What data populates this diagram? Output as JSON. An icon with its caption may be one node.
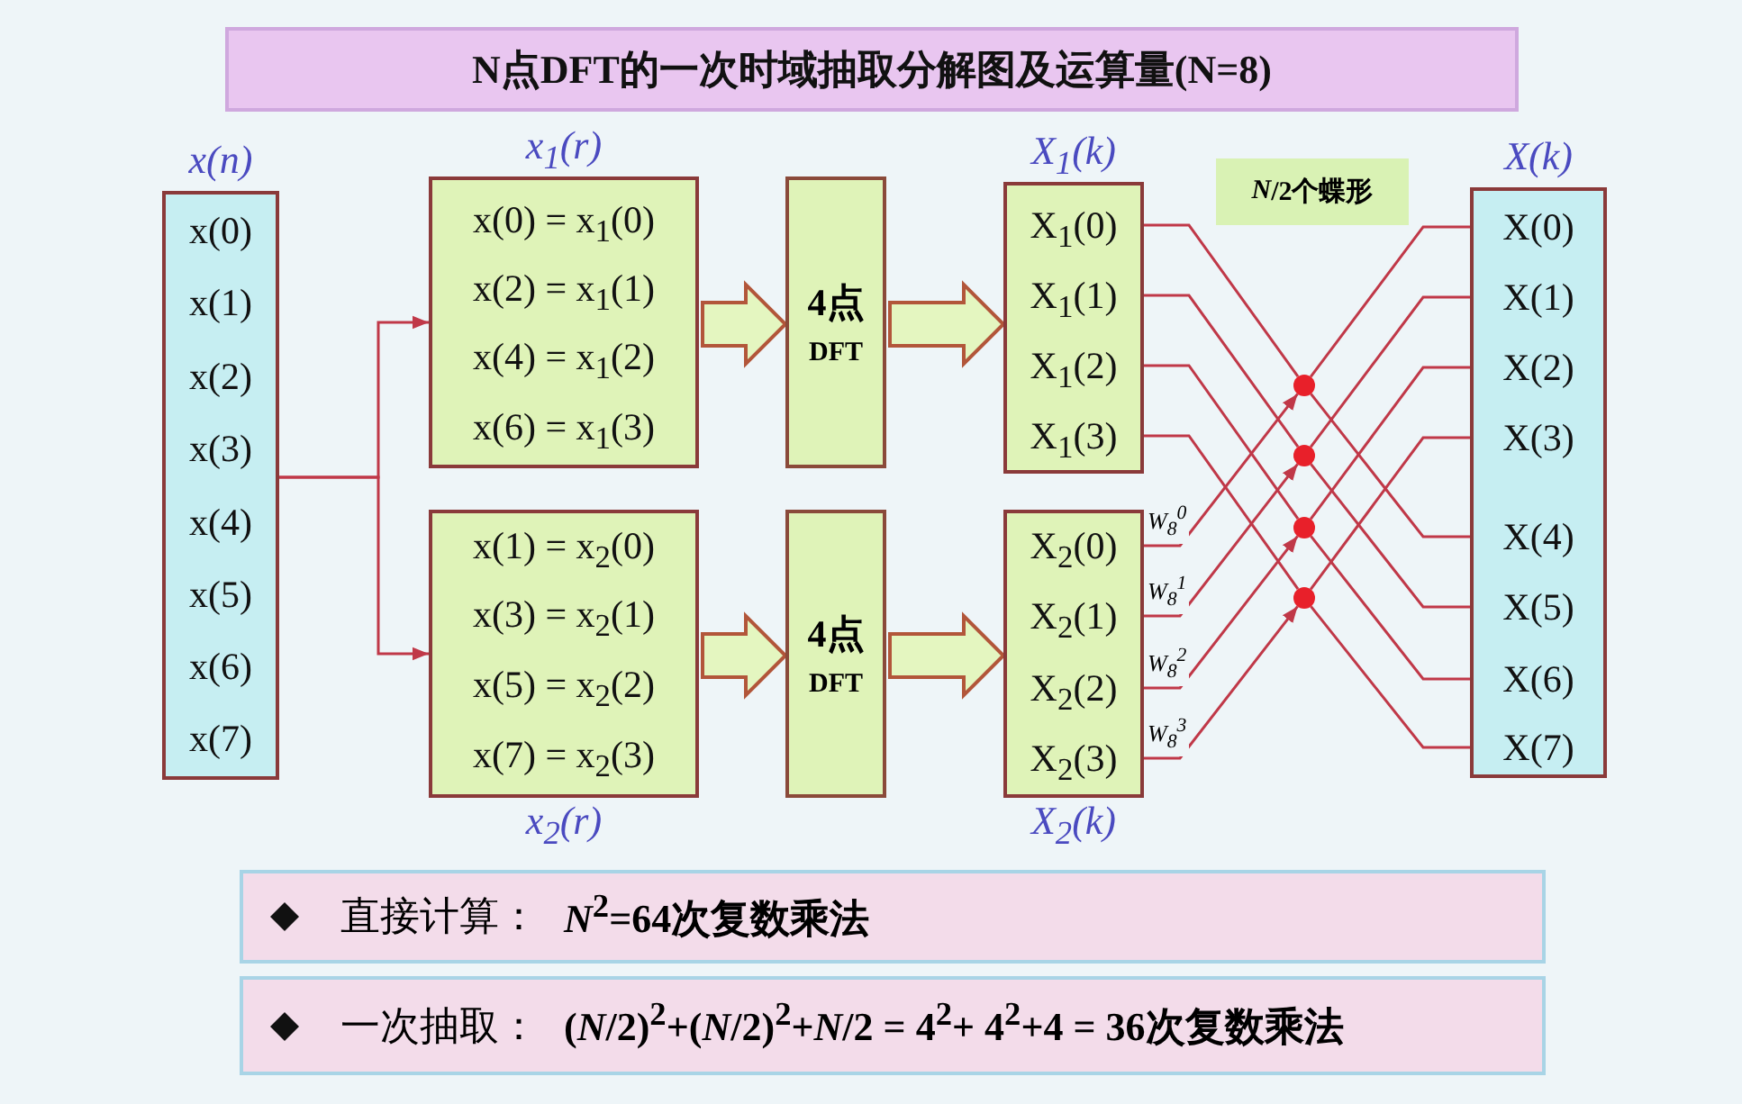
{
  "diagram": {
    "title": "N点DFT的一次时域抽取分解图及运算量(N=8)",
    "nodes": [
      {
        "text": [
          "x(n)"
        ]
      },
      {
        "text": [
          "x(0)"
        ],
        "in": 0
      },
      {
        "text": [
          "x(1)"
        ],
        "in": 0
      },
      {
        "text": [
          "x(2)"
        ],
        "in": 0
      },
      {
        "text": [
          "x(3)"
        ],
        "in": 0
      },
      {
        "text": [
          "x(4)"
        ],
        "in": 0
      },
      {
        "text": [
          "x(5)"
        ],
        "in": 0
      },
      {
        "text": [
          "x(6)"
        ],
        "in": 0
      },
      {
        "text": [
          "x(7)"
        ],
        "in": 0
      },
      {
        "text": [
          "x$_{1}$(r)"
        ]
      },
      {
        "text": [
          "x(0) = x$_{1}$(0)"
        ],
        "in": 9
      },
      {
        "text": [
          "x(2) = x$_{1}$(1)"
        ],
        "in": 9
      },
      {
        "text": [
          "x(4) = x$_{1}$(2)"
        ],
        "in": 9
      },
      {
        "text": [
          "x(6) = x$_{1}$(3)"
        ],
        "in": 9
      },
      {
        "text": [
          "x$_{2}$(r)"
        ]
      },
      {
        "text": [
          "x(1) = x$_{2}$(0)"
        ],
        "in": 14
      },
      {
        "text": [
          "x(3) = x$_{2}$(1)"
        ],
        "in": 14
      },
      {
        "text": [
          "x(5) = x$_{2}$(2)"
        ],
        "in": 14
      },
      {
        "text": [
          "x(7) = x$_{2}$(3)"
        ],
        "in": 14
      },
      {
        "text": [
          "4点",
          "DFT"
        ]
      },
      {
        "text": [
          "4点",
          "DFT"
        ]
      },
      {
        "text": [
          "X$_{1}$(k)"
        ]
      },
      {
        "text": [
          "X$_{1}$(0)"
        ],
        "in": 21
      },
      {
        "text": [
          "X$_{1}$(1)"
        ],
        "in": 21
      },
      {
        "text": [
          "X$_{1}$(2)"
        ],
        "in": 21
      },
      {
        "text": [
          "X$_{1}$(3)"
        ],
        "in": 21
      },
      {
        "text": [
          "X$_{2}$(k)"
        ]
      },
      {
        "text": [
          "X$_{2}$(0)"
        ],
        "in": 26
      },
      {
        "text": [
          "X$_{2}$(1)"
        ],
        "in": 26
      },
      {
        "text": [
          "X$_{2}$(2)"
        ],
        "in": 26
      },
      {
        "text": [
          "X$_{2}$(3)"
        ],
        "in": 26
      },
      {
        "text": [
          "*N*/2个蝶形"
        ]
      },
      {
        "text": [],
        "shape": "circle"
      },
      {
        "text": [],
        "shape": "circle"
      },
      {
        "text": [],
        "shape": "circle"
      },
      {
        "text": [],
        "shape": "circle"
      },
      {
        "text": [
          "X(k)"
        ]
      },
      {
        "text": [
          "X(0)"
        ],
        "in": 36
      },
      {
        "text": [
          "X(1)"
        ],
        "in": 36
      },
      {
        "text": [
          "X(2)"
        ],
        "in": 36
      },
      {
        "text": [
          "X(3)"
        ],
        "in": 36
      },
      {
        "text": [
          "X(4)"
        ],
        "in": 36
      },
      {
        "text": [
          "X(5)"
        ],
        "in": 36
      },
      {
        "text": [
          "X(6)"
        ],
        "in": 36
      },
      {
        "text": [
          "X(7)"
        ],
        "in": 36
      },
      {
        "text": [
          "直接计算：",
          "*N*$^{2}$=64次复数乘法"
        ]
      },
      {
        "text": [
          "一次抽取：",
          "(*N*/2)$^{2}$+(*N*/2)$^{2}$+*N*/2 = 4$^{2}$+ 4$^{2}$+4 = 36次复数乘法"
        ]
      }
    ],
    "edges": [
      {
        "from": 0,
        "to": 9,
        "arrow": "to"
      },
      {
        "from": 0,
        "to": 14,
        "arrow": "to"
      },
      {
        "from": 9,
        "to": 19,
        "arrow": "to",
        "style": "thick"
      },
      {
        "from": 19,
        "to": 21,
        "arrow": "to",
        "style": "thick"
      },
      {
        "from": 14,
        "to": 20,
        "arrow": "to",
        "style": "thick"
      },
      {
        "from": 20,
        "to": 26,
        "arrow": "to",
        "style": "thick"
      },
      {
        "from": 22,
        "to": 32,
        "arrow": "none"
      },
      {
        "from": 27,
        "to": 32,
        "arrow": "to",
        "label": "W$_{8}$$^{0}$"
      },
      {
        "from": 32,
        "to": 37,
        "arrow": "none"
      },
      {
        "from": 32,
        "to": 41,
        "arrow": "none"
      },
      {
        "from": 23,
        "to": 33,
        "arrow": "none"
      },
      {
        "from": 28,
        "to": 33,
        "arrow": "to",
        "label": "W$_{8}$$^{1}$"
      },
      {
        "from": 33,
        "to": 38,
        "arrow": "none"
      },
      {
        "from": 33,
        "to": 42,
        "arrow": "none"
      },
      {
        "from": 24,
        "to": 34,
        "arrow": "none"
      },
      {
        "from": 29,
        "to": 34,
        "arrow": "to",
        "label": "W$_{8}$$^{2}$"
      },
      {
        "from": 34,
        "to": 39,
        "arrow": "none"
      },
      {
        "from": 34,
        "to": 43,
        "arrow": "none"
      },
      {
        "from": 25,
        "to": 35,
        "arrow": "none"
      },
      {
        "from": 30,
        "to": 35,
        "arrow": "to",
        "label": "W$_{8}$$^{3}$"
      },
      {
        "from": 35,
        "to": 40,
        "arrow": "none"
      },
      {
        "from": 35,
        "to": 44,
        "arrow": "none"
      }
    ]
  }
}
